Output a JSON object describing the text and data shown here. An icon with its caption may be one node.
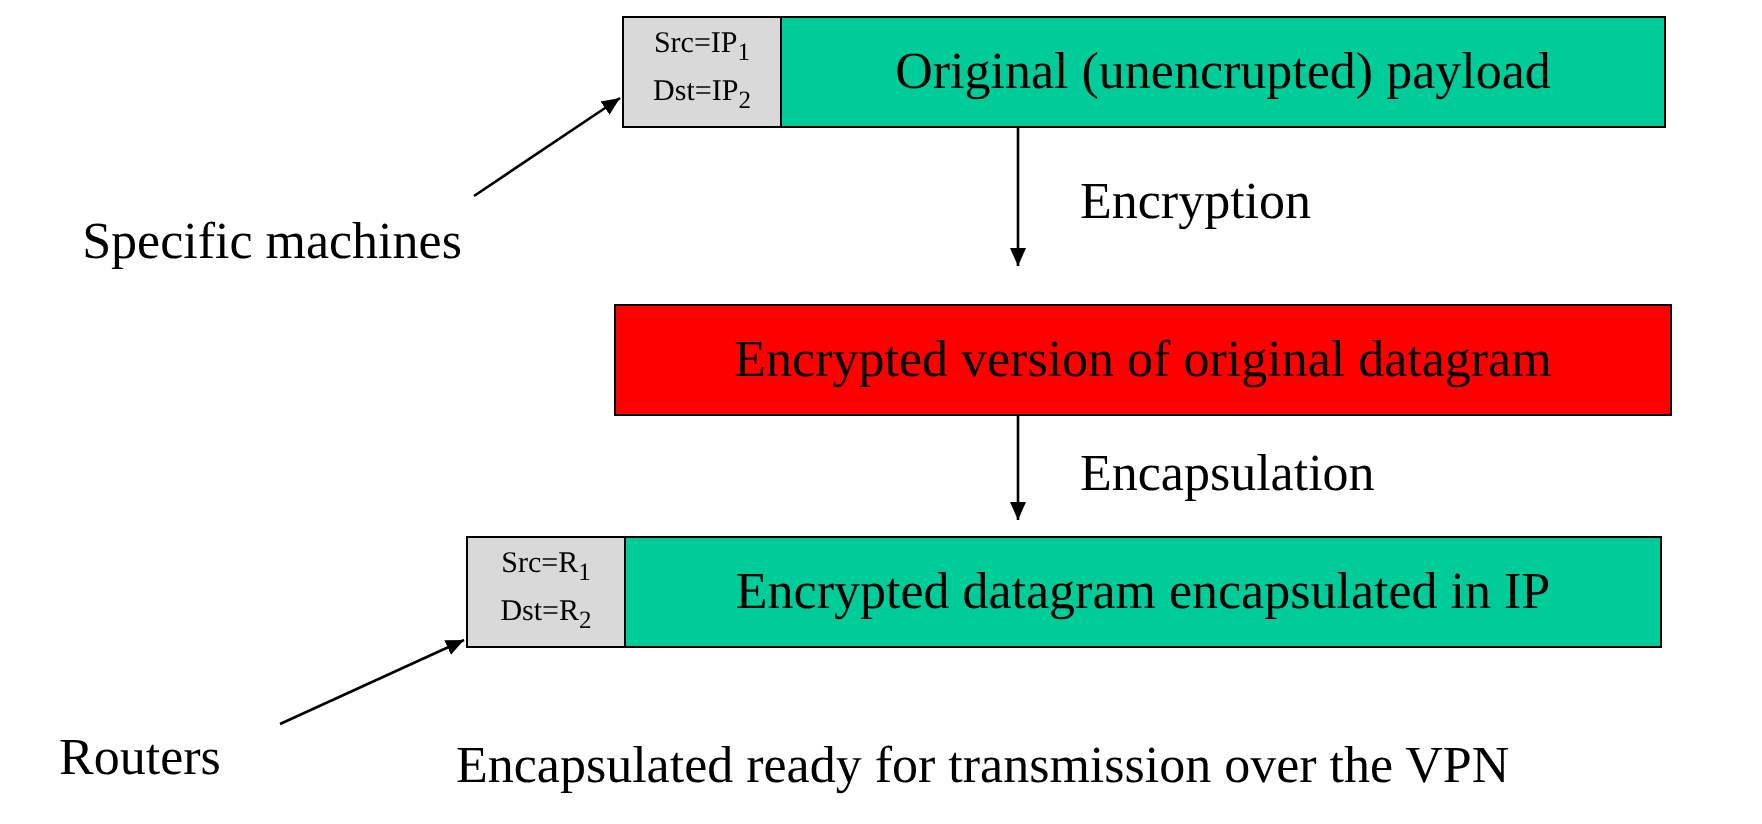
{
  "diagram": {
    "nodes": [
      {
        "text": [
          "Src=IP$_{1}$",
          "Dst=IP$_{2}$"
        ]
      },
      {
        "text": [
          "Original (unencrupted) payload"
        ]
      },
      {
        "text": [
          "Encrypted version of original datagram"
        ]
      },
      {
        "text": [
          "Src=R$_{1}$",
          "Dst=R$_{2}$"
        ]
      },
      {
        "text": [
          "Encrypted datagram encapsulated in IP"
        ]
      },
      {
        "text": [
          "Specific machines"
        ]
      },
      {
        "text": [
          "Routers"
        ]
      }
    ],
    "edges": [
      {
        "from": 1,
        "to": 2,
        "arrow": "to",
        "label": "Encryption"
      },
      {
        "from": 2,
        "to": 4,
        "arrow": "to",
        "label": "Encapsulation"
      },
      {
        "from": 5,
        "to": 0,
        "arrow": "to"
      },
      {
        "from": 6,
        "to": 3,
        "arrow": "to"
      }
    ],
    "labels": [
      "Encapsulated ready for transmission over the VPN"
    ]
  }
}
